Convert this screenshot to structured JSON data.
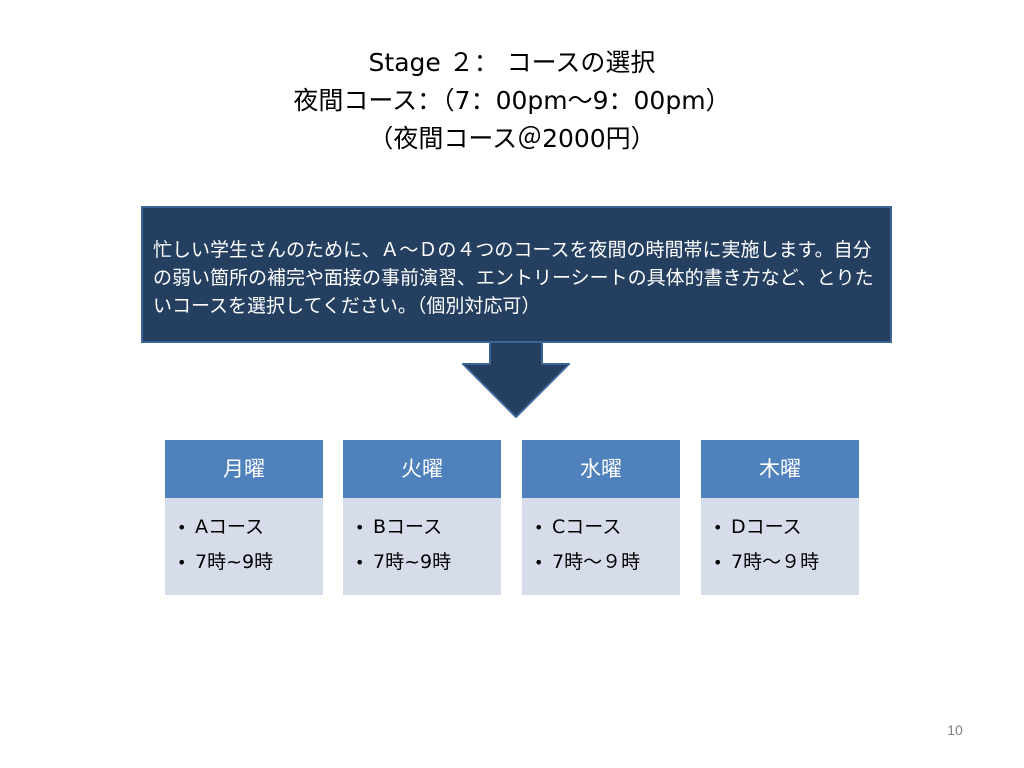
{
  "title": {
    "line1": "Stage ２： コースの選択",
    "line2": "夜間コース：（7：00pm～9：00pm）",
    "line3": "（夜間コース＠2000円）"
  },
  "description": "忙しい学生さんのために、Ａ～Ｄの４つのコースを夜間の時間帯に実施します。自分の弱い箇所の補完や面接の事前演習、エントリーシートの具体的書き方など、とりたいコースを選択してください。（個別対応可）",
  "days": [
    {
      "name": "月曜",
      "items": [
        "Aコース",
        "7時~9時"
      ]
    },
    {
      "name": "火曜",
      "items": [
        "Bコース",
        "7時~9時"
      ]
    },
    {
      "name": "水曜",
      "items": [
        "Cコース",
        "7時～９時"
      ]
    },
    {
      "name": "木曜",
      "items": [
        "Dコース",
        "7時～９時"
      ]
    }
  ],
  "page_number": "10",
  "colors": {
    "description_bg": "#243f60",
    "arrow_fill": "#243f60",
    "day_header_bg": "#4f81bd",
    "day_body_bg": "#d6dcea"
  }
}
